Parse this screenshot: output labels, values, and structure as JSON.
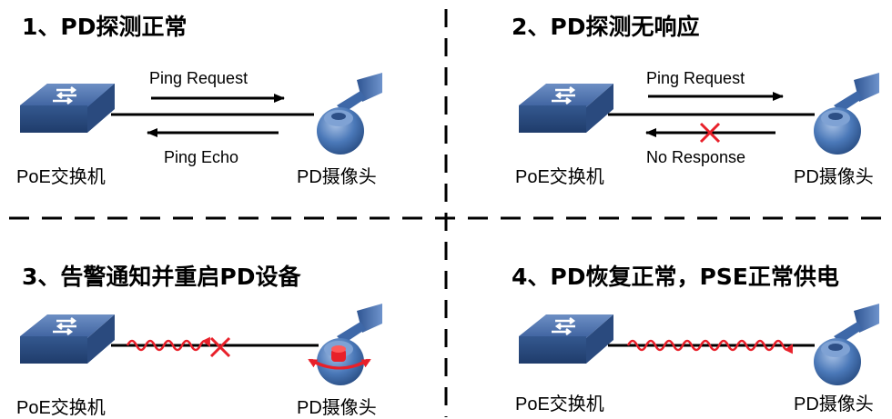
{
  "panels": [
    {
      "title": "1、PD探测正常",
      "switch_label": "PoE交换机",
      "camera_label": "PD摄像头",
      "upper_arrow_label": "Ping Request",
      "lower_arrow_label": "Ping Echo"
    },
    {
      "title": "2、PD探测无响应",
      "switch_label": "PoE交换机",
      "camera_label": "PD摄像头",
      "upper_arrow_label": "Ping Request",
      "lower_arrow_label": "No Response"
    },
    {
      "title": "3、告警通知并重启PD设备",
      "switch_label": "PoE交换机",
      "camera_label": "PD摄像头"
    },
    {
      "title": "4、PD恢复正常，PSE正常供电",
      "switch_label": "PoE交换机",
      "camera_label": "PD摄像头"
    }
  ],
  "colors": {
    "switch_top": "#4a6fa8",
    "switch_side": "#2e4f80",
    "camera_body": "#3d6aa8",
    "wave": "#e8202a",
    "cross": "#e8202a",
    "divider": "#000000"
  },
  "icons": {
    "switch": "poe-switch-icon",
    "camera": "pd-camera-icon",
    "cross": "failure-cross-icon",
    "wave": "power-wave-icon"
  }
}
